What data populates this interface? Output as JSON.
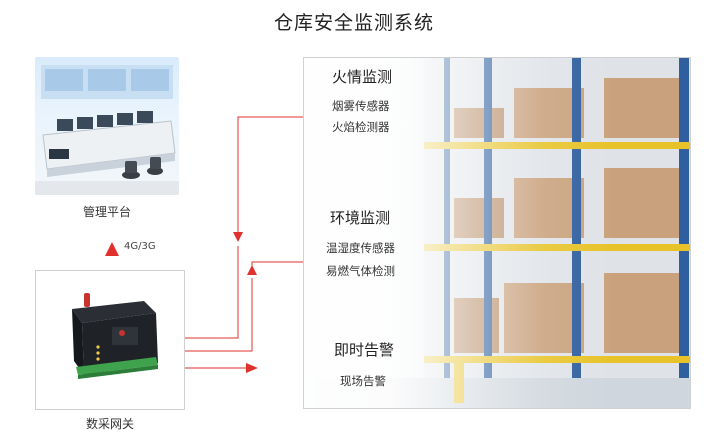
{
  "title": "仓库安全监测系统",
  "platform": {
    "caption": "管理平台"
  },
  "uplink": {
    "label": "4G/3G"
  },
  "gateway": {
    "caption": "数采网关"
  },
  "sections": [
    {
      "title": "火情监测",
      "items": [
        "烟雾传感器",
        "火焰检测器"
      ]
    },
    {
      "title": "环境监测",
      "items": [
        "温湿度传感器",
        "易燃气体检测"
      ]
    },
    {
      "title": "即时告警",
      "items": [
        "现场告警"
      ]
    }
  ],
  "colors": {
    "arrow": "#e0312e",
    "rack_blue": "#2f5f9e",
    "rack_yellow": "#e7c329"
  }
}
